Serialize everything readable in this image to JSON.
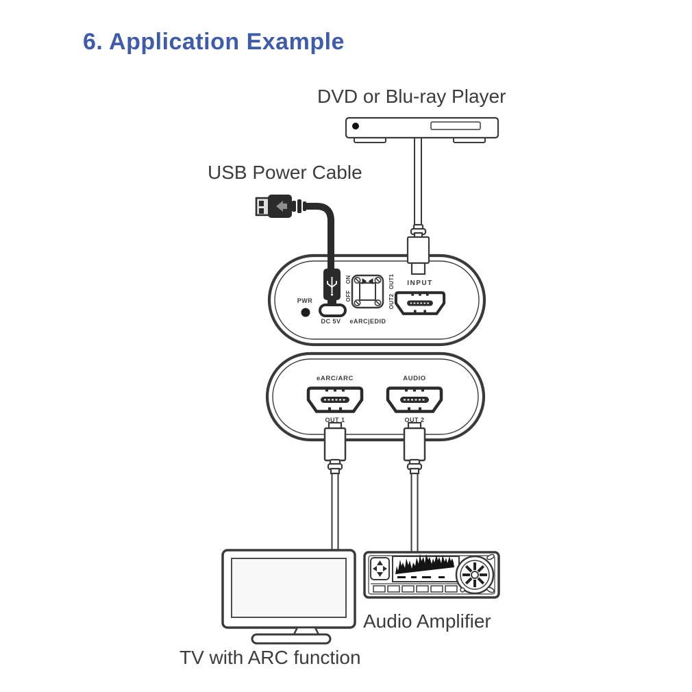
{
  "title": "6. Application Example",
  "colors": {
    "title_blue": "#3e5ca9",
    "line": "#3a3a3a",
    "connector_black": "#2b2b2b",
    "background": "#ffffff"
  },
  "labels": {
    "dvd_player": "DVD or Blu-ray Player",
    "usb_power_cable": "USB Power Cable",
    "audio_amplifier": "Audio Amplifier",
    "tv": "TV with ARC function"
  },
  "splitter_top": {
    "pwr_label": "PWR",
    "on_label": "ON",
    "off_label": "OFF",
    "out1_label": "OUT1",
    "out2_label": "OUT2",
    "input_label": "INPUT",
    "marking_power": "DC 5V",
    "marking_switch": "eARC|EDID"
  },
  "splitter_bottom": {
    "port1_label": "eARC/ARC",
    "port2_label": "AUDIO",
    "out1_label": "OUT 1",
    "out2_label": "OUT 2"
  }
}
